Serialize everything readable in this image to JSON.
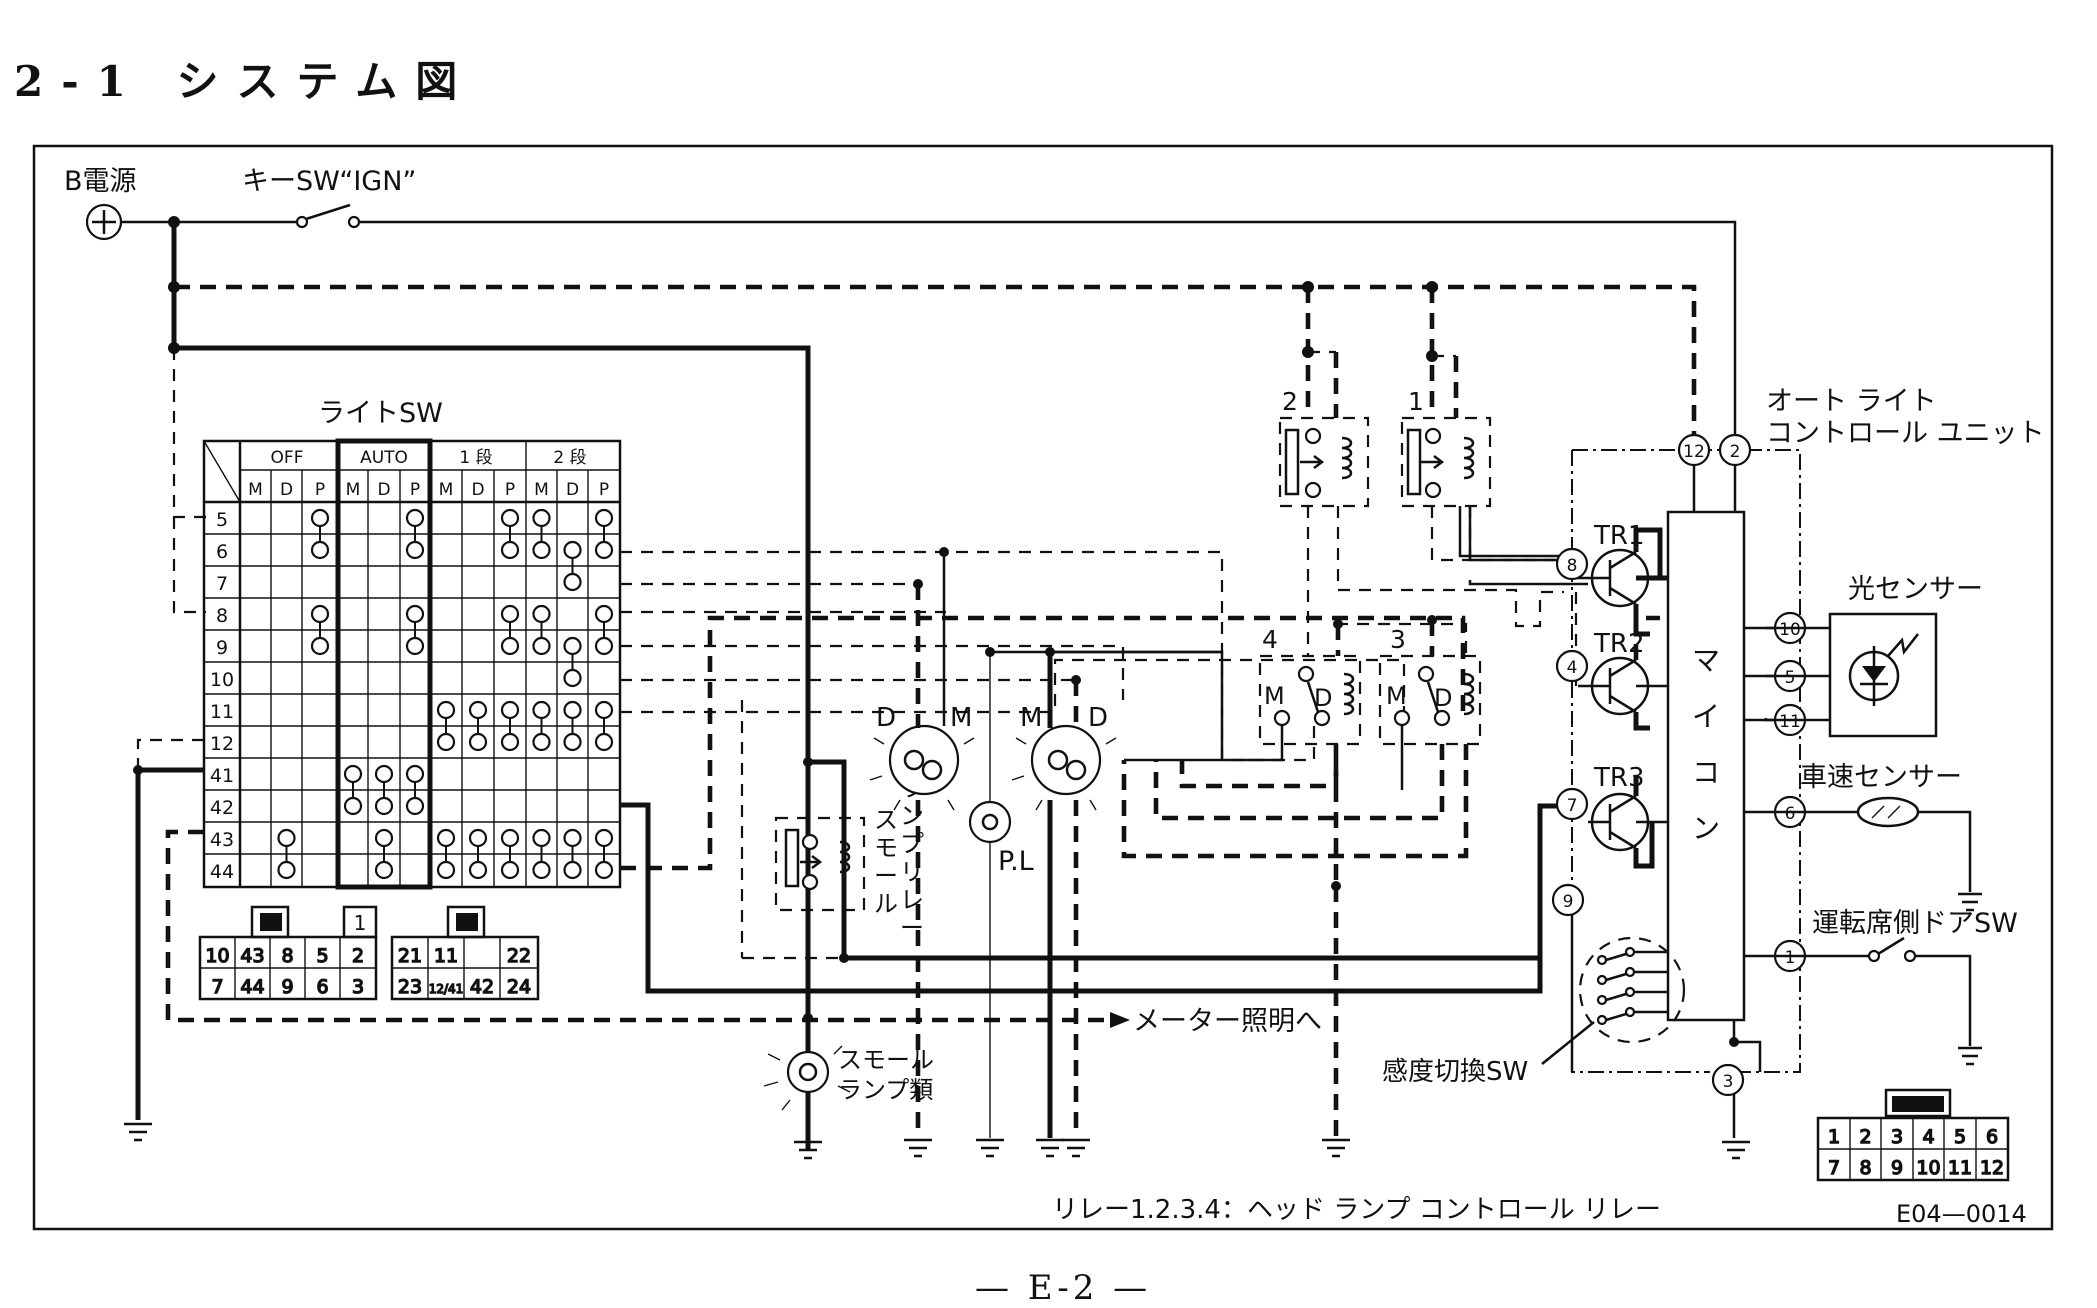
{
  "page": {
    "title": "2-1 システム図",
    "footer": "— E-2 —"
  },
  "power": {
    "b_source": "B電源",
    "key_sw": "キーSW“IGN”"
  },
  "light_sw": {
    "title": "ライトSW",
    "groups": [
      "OFF",
      "AUTO",
      "1 段",
      "2 段"
    ],
    "subcols": [
      "M",
      "D",
      "P",
      "M",
      "D",
      "P",
      "M",
      "D",
      "P",
      "M",
      "D",
      "P"
    ],
    "rows": [
      "5",
      "6",
      "7",
      "8",
      "9",
      "10",
      "11",
      "12",
      "41",
      "42",
      "43",
      "44"
    ]
  },
  "connector_a": {
    "row1": [
      "10",
      "43",
      "8",
      "5",
      "2"
    ],
    "row2": [
      "7",
      "44",
      "9",
      "6",
      "3"
    ],
    "top": "1"
  },
  "connector_b": {
    "row1": [
      "21",
      "11",
      "",
      "22"
    ],
    "row2": [
      "23",
      "12/41",
      "42",
      "24"
    ]
  },
  "lamps": {
    "d": "D",
    "m": "M",
    "pl": "P.L",
    "small_relay": "スモールランプリレー",
    "small_lamps": "スモールランプ類",
    "meter": "メーター照明へ"
  },
  "relays": {
    "r1": "1",
    "r2": "2",
    "r3": "3",
    "r4": "4",
    "m": "M",
    "d": "D",
    "note": "リレー1.2.3.4：ヘッド ランプ コントロール リレー"
  },
  "unit": {
    "title_line1": "オート ライト",
    "title_line2": "コントロール ユニット",
    "micon": [
      "マ",
      "イ",
      "コ",
      "ン"
    ],
    "tr1": "TR1",
    "tr2": "TR2",
    "tr3": "TR3",
    "pins": [
      "12",
      "2",
      "8",
      "4",
      "7",
      "9",
      "3",
      "10",
      "5",
      "11",
      "6",
      "1"
    ],
    "connector_row1": [
      "1",
      "2",
      "3",
      "4",
      "5",
      "6"
    ],
    "connector_row2": [
      "7",
      "8",
      "9",
      "10",
      "11",
      "12"
    ]
  },
  "sensors": {
    "light": "光センサー",
    "speed": "車速センサー",
    "door": "運転席側ドアSW",
    "sensitivity": "感度切換SW"
  },
  "code": "E04—0014"
}
